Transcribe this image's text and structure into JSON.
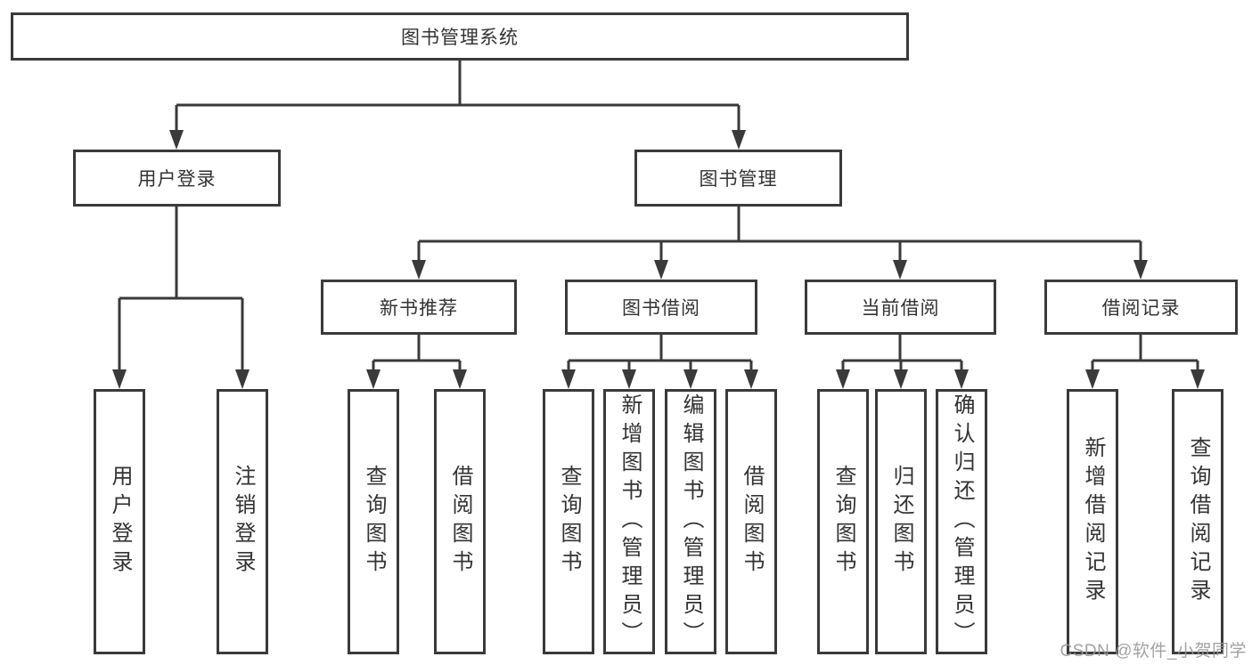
{
  "colors": {
    "line": "#3a3a3a",
    "border": "#3a3a3a",
    "text": "#333333",
    "background": "#ffffff",
    "watermark": "#989898"
  },
  "watermark": {
    "text": "CSDN @软件_小贺同学"
  },
  "tree": {
    "label": "图书管理系统",
    "children": [
      {
        "label": "用户登录",
        "children": [
          {
            "label": "用户登录"
          },
          {
            "label": "注销登录"
          }
        ]
      },
      {
        "label": "图书管理",
        "children": [
          {
            "label": "新书推荐",
            "children": [
              {
                "label": "查询图书"
              },
              {
                "label": "借阅图书"
              }
            ]
          },
          {
            "label": "图书借阅",
            "children": [
              {
                "label": "查询图书"
              },
              {
                "label": "新增图书（管理员）"
              },
              {
                "label": "编辑图书（管理员）"
              },
              {
                "label": "借阅图书"
              }
            ]
          },
          {
            "label": "当前借阅",
            "children": [
              {
                "label": "查询图书"
              },
              {
                "label": "归还图书"
              },
              {
                "label": "确认归还（管理员）"
              }
            ]
          },
          {
            "label": "借阅记录",
            "children": [
              {
                "label": "新增借阅记录"
              },
              {
                "label": "查询借阅记录"
              }
            ]
          }
        ]
      }
    ]
  }
}
